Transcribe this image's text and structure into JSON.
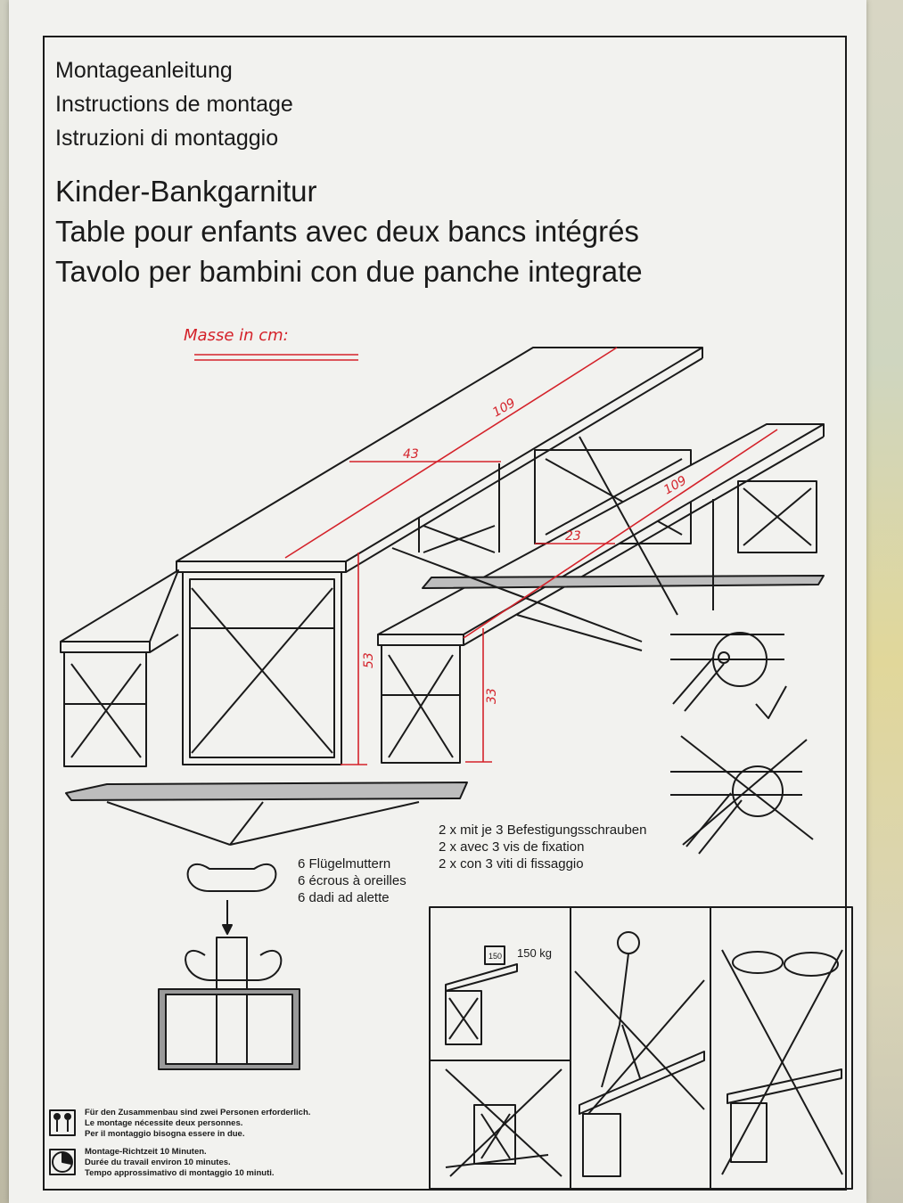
{
  "titles": {
    "de": "Montageanleitung",
    "fr": "Instructions de montage",
    "it": "Istruzioni di montaggio"
  },
  "product": {
    "de": "Kinder-Bankgarnitur",
    "fr": "Table pour enfants avec deux bancs intégrés",
    "it": "Tavolo per bambini con due panche integrate"
  },
  "handwritten_note": "Masse in cm:",
  "dimensions": {
    "table_length": "109",
    "table_width": "43",
    "table_height": "53",
    "bench_length": "109",
    "bench_width": "23",
    "bench_height": "33"
  },
  "screws": {
    "de": "2 x mit je 3 Befestigungsschrauben",
    "fr": "2 x avec 3 vis de fixation",
    "it": "2 x con 3 viti di fissaggio"
  },
  "wingnuts": {
    "de": "6 Flügelmuttern",
    "fr": "6 écrous à oreilles",
    "it": "6 dadi ad alette"
  },
  "weight_label": "150 kg",
  "weight_tag": "150",
  "notes": {
    "persons": [
      "Für den Zusammenbau sind zwei Personen erforderlich.",
      "Le montage nécessite deux personnes.",
      "Per il montaggio bisogna essere in due."
    ],
    "time": [
      "Montage-Richtzeit 10 Minuten.",
      "Durée du travail environ 10 minutes.",
      "Tempo approssimativo di montaggio 10 minuti."
    ]
  },
  "colors": {
    "ink": "#1a1a1a",
    "annotation": "#d4222a",
    "paper": "#f2f2ef"
  },
  "icons": [
    "two-persons-icon",
    "clock-icon",
    "wing-nut-icon",
    "weight-icon"
  ]
}
